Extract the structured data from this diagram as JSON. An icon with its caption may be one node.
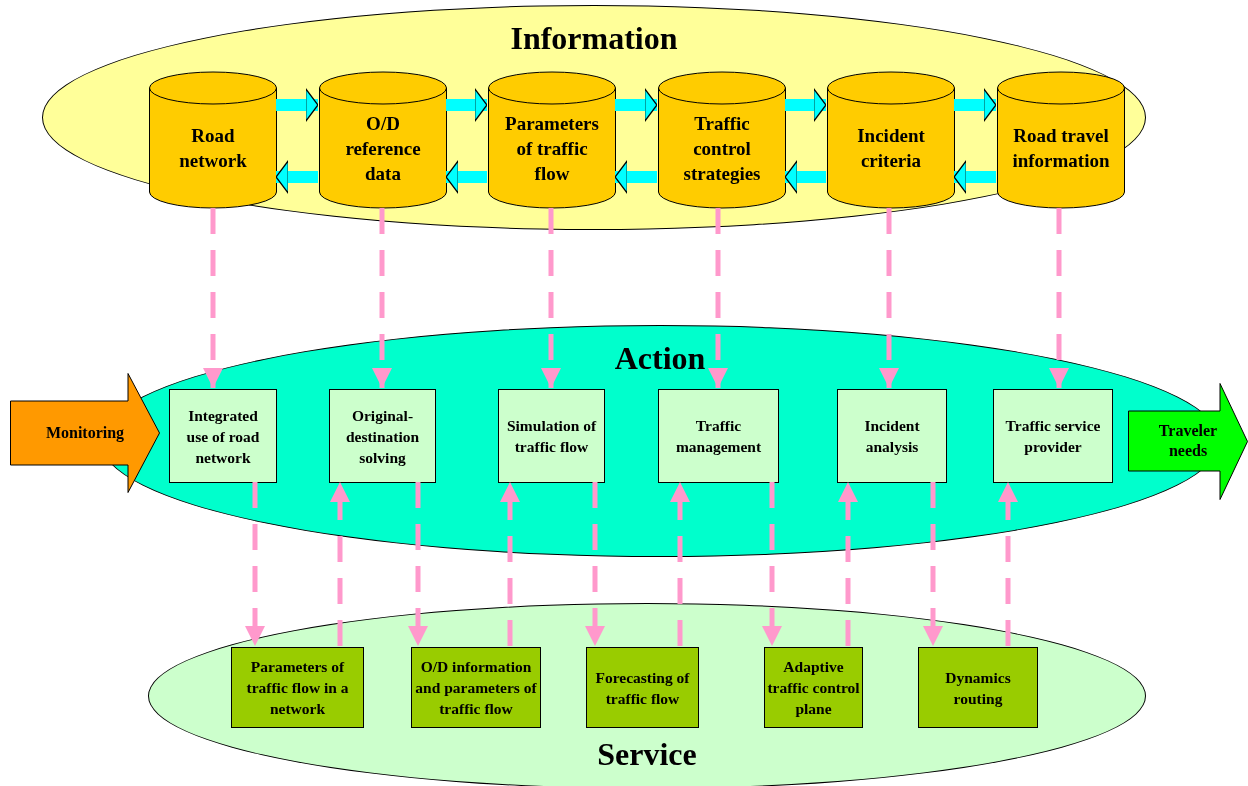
{
  "diagram": {
    "nodes": [
      {
        "text": [
          "Information"
        ]
      },
      {
        "text": [
          "Road network"
        ],
        "in": 0
      },
      {
        "text": [
          "O/D reference data"
        ],
        "in": 0
      },
      {
        "text": [
          "Parameters of traffic flow"
        ],
        "in": 0
      },
      {
        "text": [
          "Traffic control strategies"
        ],
        "in": 0
      },
      {
        "text": [
          "Incident criteria"
        ],
        "in": 0
      },
      {
        "text": [
          "Road travel information"
        ],
        "in": 0
      },
      {
        "text": [
          "Action"
        ]
      },
      {
        "text": [
          "Integrated use of road network"
        ],
        "in": 7
      },
      {
        "text": [
          "Original-destination solving"
        ],
        "in": 7
      },
      {
        "text": [
          "Simulation of traffic flow"
        ],
        "in": 7
      },
      {
        "text": [
          "Traffic management"
        ],
        "in": 7
      },
      {
        "text": [
          "Incident analysis"
        ],
        "in": 7
      },
      {
        "text": [
          "Traffic service provider"
        ],
        "in": 7
      },
      {
        "text": [
          "Service"
        ]
      },
      {
        "text": [
          "Parameters of traffic flow in a network"
        ],
        "in": 14
      },
      {
        "text": [
          "O/D information and parameters of traffic flow"
        ],
        "in": 14
      },
      {
        "text": [
          "Forecasting of traffic flow"
        ],
        "in": 14
      },
      {
        "text": [
          "Adaptive traffic control plane"
        ],
        "in": 14
      },
      {
        "text": [
          "Dynamics routing"
        ],
        "in": 14
      },
      {
        "text": [
          "Monitoring"
        ]
      },
      {
        "text": [
          "Traveler needs"
        ]
      }
    ],
    "edges": [
      {
        "from": 1,
        "to": 2,
        "arrow": "to",
        "style": "thick",
        "color": "#00ffff"
      },
      {
        "from": 2,
        "to": 3,
        "arrow": "to",
        "style": "thick",
        "color": "#00ffff"
      },
      {
        "from": 3,
        "to": 4,
        "arrow": "to",
        "style": "thick",
        "color": "#00ffff"
      },
      {
        "from": 4,
        "to": 5,
        "arrow": "to",
        "style": "thick",
        "color": "#00ffff"
      },
      {
        "from": 5,
        "to": 6,
        "arrow": "to",
        "style": "thick",
        "color": "#00ffff"
      },
      {
        "from": 2,
        "to": 1,
        "arrow": "to",
        "style": "thick",
        "color": "#00ffff"
      },
      {
        "from": 3,
        "to": 2,
        "arrow": "to",
        "style": "thick",
        "color": "#00ffff"
      },
      {
        "from": 4,
        "to": 3,
        "arrow": "to",
        "style": "thick",
        "color": "#00ffff"
      },
      {
        "from": 5,
        "to": 4,
        "arrow": "to",
        "style": "thick",
        "color": "#00ffff"
      },
      {
        "from": 6,
        "to": 5,
        "arrow": "to",
        "style": "thick",
        "color": "#00ffff"
      },
      {
        "from": 1,
        "to": 8,
        "arrow": "to",
        "style": "dashed"
      },
      {
        "from": 2,
        "to": 9,
        "arrow": "to",
        "style": "dashed"
      },
      {
        "from": 3,
        "to": 10,
        "arrow": "to",
        "style": "dashed"
      },
      {
        "from": 4,
        "to": 11,
        "arrow": "to",
        "style": "dashed"
      },
      {
        "from": 5,
        "to": 12,
        "arrow": "to",
        "style": "dashed"
      },
      {
        "from": 6,
        "to": 13,
        "arrow": "to",
        "style": "dashed"
      },
      {
        "from": 8,
        "to": 15,
        "arrow": "to",
        "style": "dashed"
      },
      {
        "from": 15,
        "to": 9,
        "arrow": "to",
        "style": "dashed"
      },
      {
        "from": 9,
        "to": 16,
        "arrow": "to",
        "style": "dashed"
      },
      {
        "from": 16,
        "to": 10,
        "arrow": "to",
        "style": "dashed"
      },
      {
        "from": 10,
        "to": 17,
        "arrow": "to",
        "style": "dashed"
      },
      {
        "from": 17,
        "to": 11,
        "arrow": "to",
        "style": "dashed"
      },
      {
        "from": 11,
        "to": 18,
        "arrow": "to",
        "style": "dashed"
      },
      {
        "from": 18,
        "to": 12,
        "arrow": "to",
        "style": "dashed"
      },
      {
        "from": 12,
        "to": 19,
        "arrow": "to",
        "style": "dashed"
      },
      {
        "from": 19,
        "to": 13,
        "arrow": "to",
        "style": "dashed"
      }
    ]
  }
}
